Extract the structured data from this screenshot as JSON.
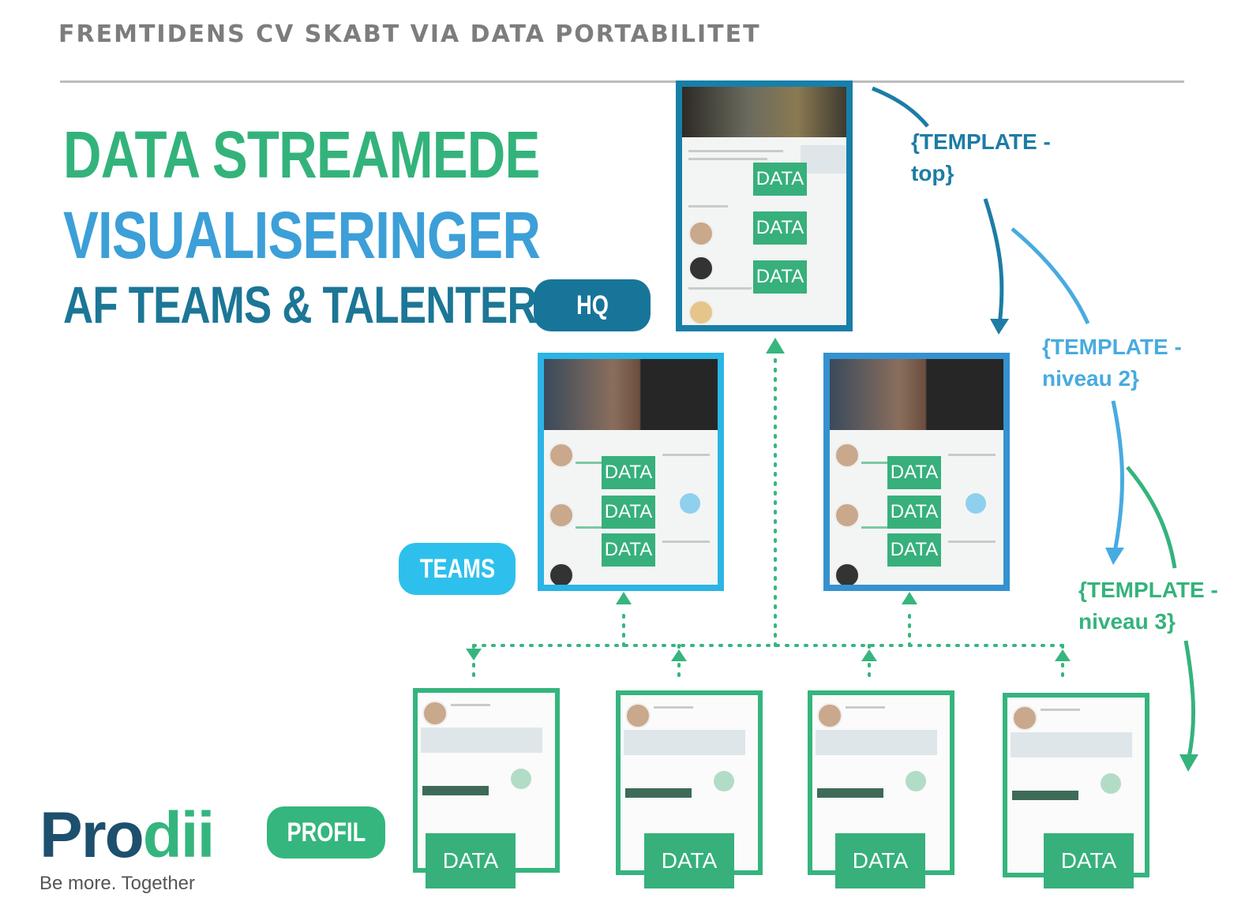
{
  "header": {
    "kicker": "FREMTIDENS CV SKABT VIA DATA PORTABILITET"
  },
  "title": {
    "line1": "DATA STREAMEDE",
    "line2": "VISUALISERINGER",
    "line3": "AF TEAMS & TALENTER"
  },
  "levels": {
    "hq": "HQ",
    "teams": "TEAMS",
    "profil": "PROFIL"
  },
  "data_label": "DATA",
  "templates": {
    "top": [
      "{TEMPLATE -",
      "top}"
    ],
    "niveau2": [
      "{TEMPLATE -",
      "niveau 2}"
    ],
    "niveau3": [
      "{TEMPLATE -",
      "niveau 3}"
    ]
  },
  "logo": {
    "part1": "Pro",
    "part2": "dii",
    "tagline": "Be more. Together"
  },
  "colors": {
    "green": "#35b67e",
    "light_blue": "#2ec0ec",
    "dark_blue": "#18759a",
    "mid_blue": "#3d9fd8"
  }
}
